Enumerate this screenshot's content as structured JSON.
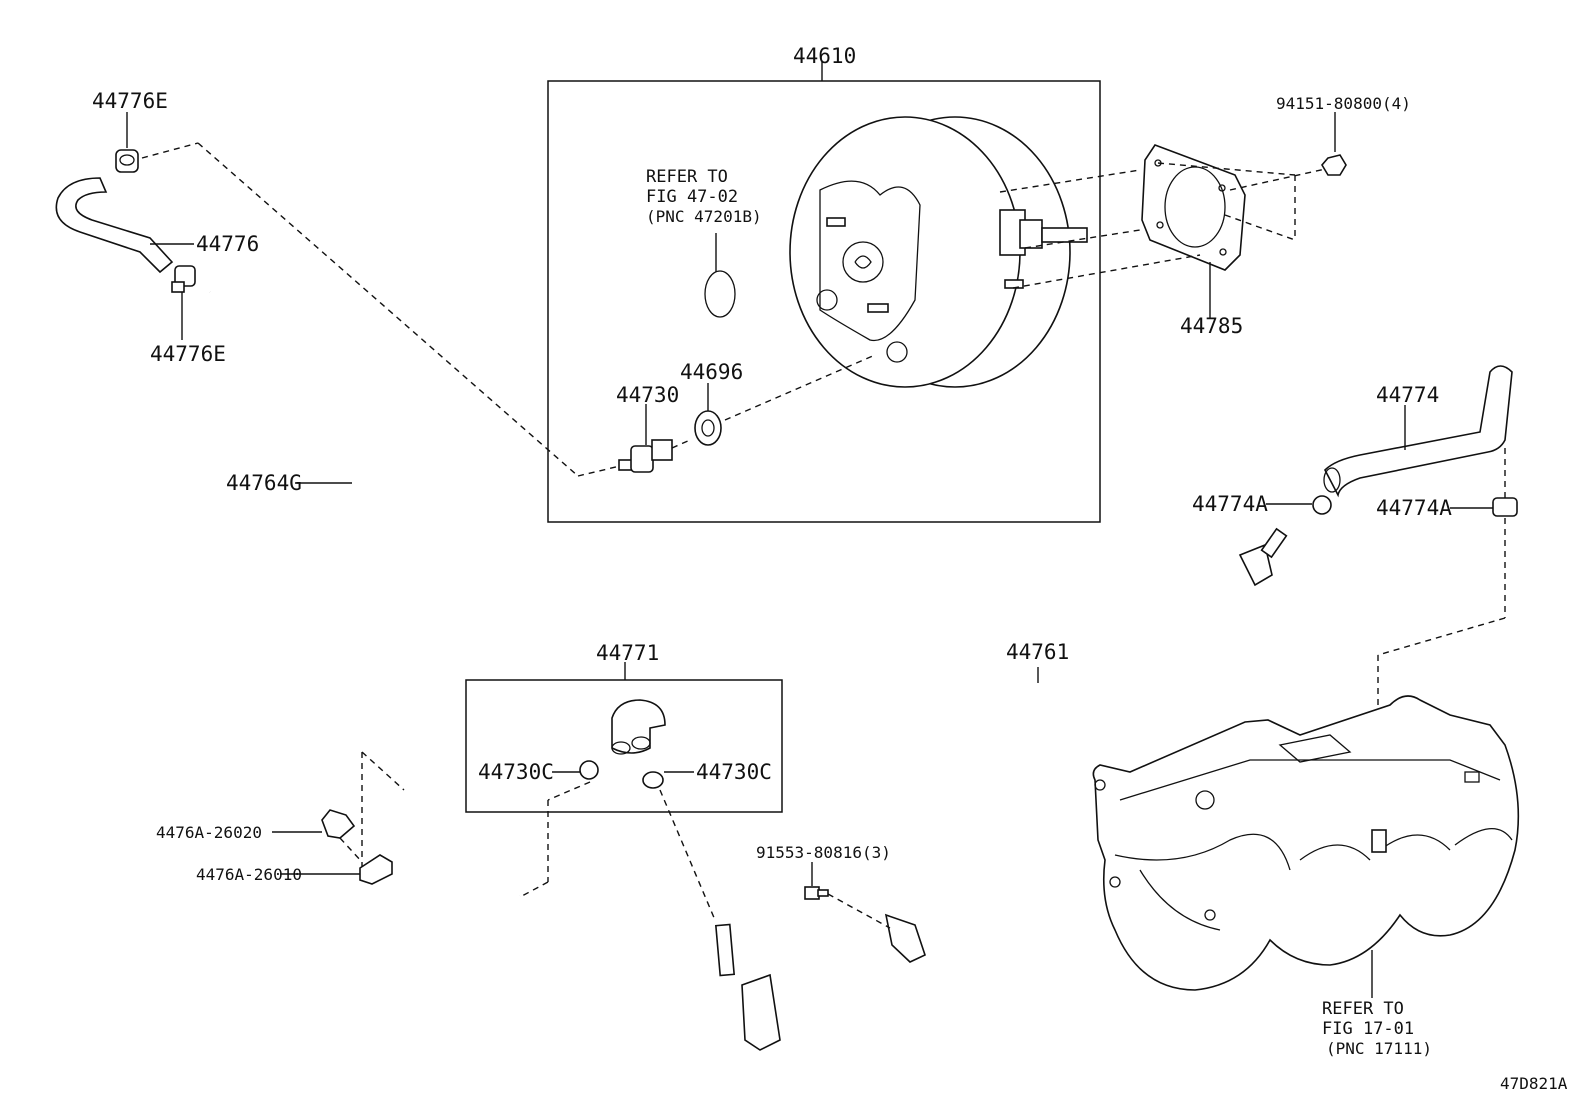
{
  "labels": {
    "p44610": "44610",
    "p44776E_top": "44776E",
    "p44776": "44776",
    "p44776E_bottom": "44776E",
    "p44764G": "44764G",
    "p44730": "44730",
    "p44696": "44696",
    "p44785": "44785",
    "p94151": "94151-80800(4)",
    "p44774": "44774",
    "p44774A_left": "44774A",
    "p44774A_right": "44774A",
    "p44771": "44771",
    "p44730C_left": "44730C",
    "p44730C_right": "44730C",
    "p44761": "44761",
    "p91553": "91553-80816(3)",
    "p4476A_26020": "4476A-26020",
    "p4476A_26010": "4476A-26010"
  },
  "notes": {
    "fig4702_line1": "REFER TO",
    "fig4702_line2": "FIG 47-02",
    "fig4702_line3": "(PNC 47201B)",
    "fig1701_line1": "REFER TO",
    "fig1701_line2": "FIG 17-01",
    "fig1701_line3": "(PNC 17111)"
  },
  "diagram_id": "47D821A"
}
